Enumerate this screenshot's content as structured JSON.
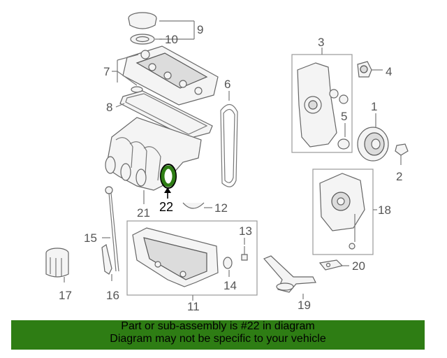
{
  "callouts": {
    "c1": "1",
    "c2": "2",
    "c3": "3",
    "c4": "4",
    "c5": "5",
    "c6": "6",
    "c7": "7",
    "c8": "8",
    "c9": "9",
    "c10": "10",
    "c11": "11",
    "c12": "12",
    "c13": "13",
    "c14": "14",
    "c15": "15",
    "c16": "16",
    "c17": "17",
    "c18": "18",
    "c19": "19",
    "c20": "20",
    "c21": "21",
    "c22": "22"
  },
  "highlight": {
    "part_number": "22",
    "color": "#2e7d14"
  },
  "banner": {
    "background": "#2e7d14",
    "line1": "Part or sub-assembly is #22 in diagram",
    "line2": "Diagram may not be specific to your vehicle"
  }
}
